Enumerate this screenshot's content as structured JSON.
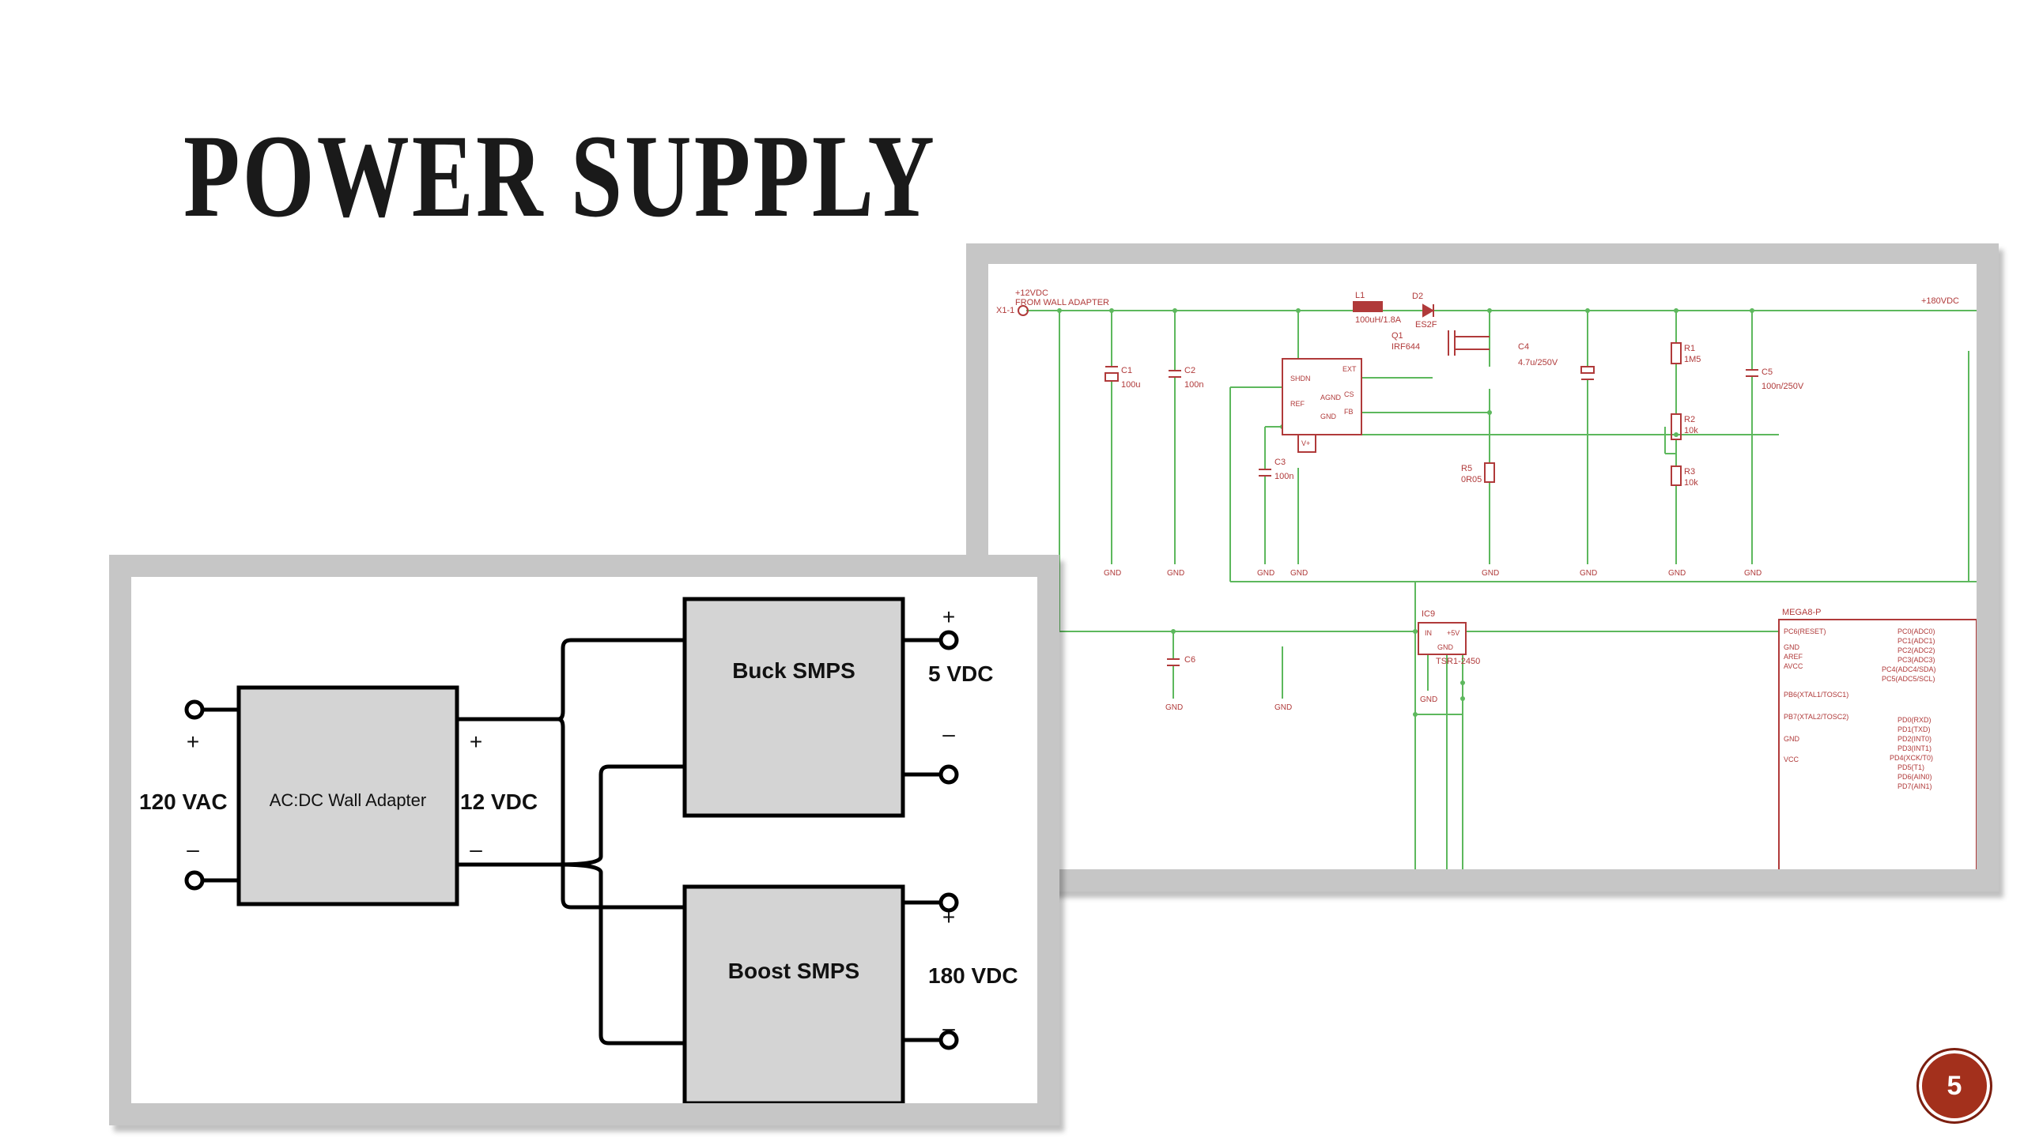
{
  "slide": {
    "title": "POWER SUPPLY",
    "page_number": "5"
  },
  "block_diagram": {
    "input_plus": "+",
    "input_minus": "–",
    "input_label": "120 VAC",
    "adapter_label": "AC:DC Wall Adapter",
    "mid_plus": "+",
    "mid_minus": "–",
    "mid_label": "12 VDC",
    "buck_label": "Buck SMPS",
    "buck_plus": "+",
    "buck_minus": "–",
    "buck_output": "5 VDC",
    "boost_label": "Boost SMPS",
    "boost_plus": "+",
    "boost_minus": "–",
    "boost_output": "180 VDC"
  },
  "schematic": {
    "input_voltage": "+12VDC",
    "input_source": "FROM WALL ADAPTER",
    "connector": "X1-1",
    "output_voltage": "+180VDC",
    "l1_ref": "L1",
    "l1_value": "100uH/1.8A",
    "d2_ref": "D2",
    "d2_value": "ES2F",
    "q1_ref": "Q1",
    "q1_value": "IRF644",
    "c1_ref": "C1",
    "c1_value": "100u",
    "c2_ref": "C2",
    "c2_value": "100n",
    "c3_ref": "C3",
    "c3_value": "100n",
    "c4_ref": "C4",
    "c4_value": "4.7u/250V",
    "c5_ref": "C5",
    "c5_value": "100n/250V",
    "c6_ref": "C6",
    "r1_ref": "R1",
    "r1_value": "1M5",
    "r2_ref": "R2",
    "r2_value": "10k",
    "r3_ref": "R3",
    "r3_value": "10k",
    "r5_ref": "R5",
    "r5_value": "0R05",
    "ic_pins": {
      "shdn": "SHDN",
      "ext": "EXT",
      "ref": "REF",
      "agnd": "AGND",
      "gnd": "GND",
      "cs": "CS",
      "fb": "FB",
      "v": "V+"
    },
    "ic9_ref": "IC9",
    "ic9_in": "IN",
    "ic9_out": "+5V",
    "ic9_gnd": "GND",
    "ic9_value": "TSR1-2450",
    "mcu_ref": "MEGA8-P",
    "mcu_left_pins": [
      "PC6(RESET)",
      "GND",
      "AREF",
      "AVCC",
      "PB6(XTAL1/TOSC1)",
      "PB7(XTAL2/TOSC2)",
      "GND",
      "VCC"
    ],
    "mcu_right_pins": [
      "PC0(ADC0)",
      "PC1(ADC1)",
      "PC2(ADC2)",
      "PC3(ADC3)",
      "PC4(ADC4/SDA)",
      "PC5(ADC5/SCL)",
      "PD0(RXD)",
      "PD1(TXD)",
      "PD2(INT0)",
      "PD3(INT1)",
      "PD4(XCK/T0)",
      "PD5(T1)",
      "PD6(AIN0)",
      "PD7(AIN1)"
    ],
    "gnd": "GND"
  },
  "colors": {
    "wire": "#5db85d",
    "component": "#b03a3a",
    "badge": "#a3301c"
  }
}
